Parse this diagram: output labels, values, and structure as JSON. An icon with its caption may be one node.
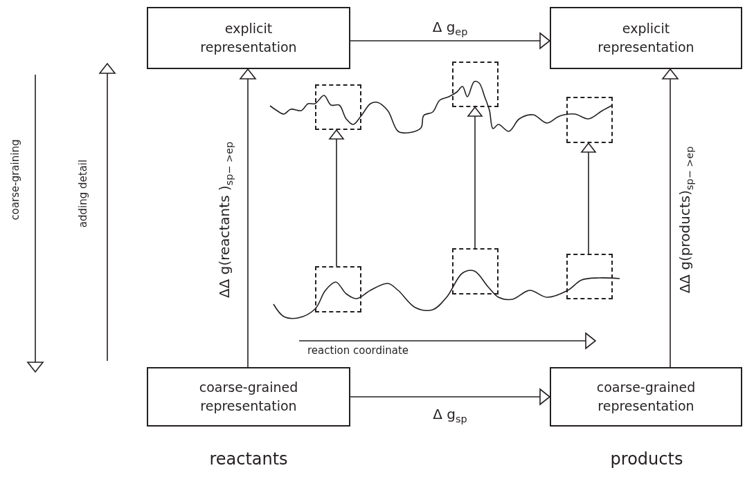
{
  "diagram": {
    "nodes": [
      {
        "text": [
          "explicit representation"
        ]
      },
      {
        "text": [
          "explicit representation"
        ]
      },
      {
        "text": [],
        "shape": "box"
      },
      {
        "text": [],
        "shape": "box"
      },
      {
        "text": [],
        "shape": "box"
      },
      {
        "text": [],
        "shape": "box"
      },
      {
        "text": [],
        "shape": "box"
      },
      {
        "text": [],
        "shape": "box"
      },
      {
        "text": [
          "coarse-grained representation"
        ]
      },
      {
        "text": [
          "coarse-grained representation"
        ]
      }
    ],
    "edges": [
      {
        "from": 0,
        "to": 1,
        "arrow": "to",
        "label": "Δ g$_{ep}$"
      },
      {
        "from": 8,
        "to": 0,
        "arrow": "to",
        "label": "ΔΔ g(reactants )$_{sp− >ep}$"
      },
      {
        "from": 5,
        "to": 2,
        "arrow": "to"
      },
      {
        "from": 6,
        "to": 3,
        "arrow": "to"
      },
      {
        "from": 7,
        "to": 4,
        "arrow": "to"
      },
      {
        "from": 9,
        "to": 1,
        "arrow": "to",
        "label": "ΔΔ g(products)$_{sp− >ep}$"
      },
      {
        "from": 8,
        "to": 9,
        "arrow": "to",
        "label": "Δ g$_{sp}$"
      }
    ],
    "labels": [
      "coarse-graining",
      "adding detail",
      "reaction coordinate",
      "reactants",
      "products"
    ]
  }
}
